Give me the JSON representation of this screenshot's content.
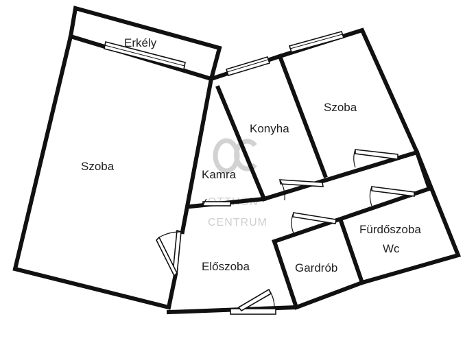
{
  "rooms": {
    "erkely": "Erkély",
    "szoba_left": "Szoba",
    "szoba_right": "Szoba",
    "konyha": "Konyha",
    "kamra": "Kamra",
    "eloszoba": "Előszoba",
    "gardrob": "Gardrób",
    "furdoszoba": "Fürdőszoba",
    "wc": "Wc"
  },
  "watermark": {
    "line1": "OTTHON",
    "line2": "CENTRUM"
  }
}
